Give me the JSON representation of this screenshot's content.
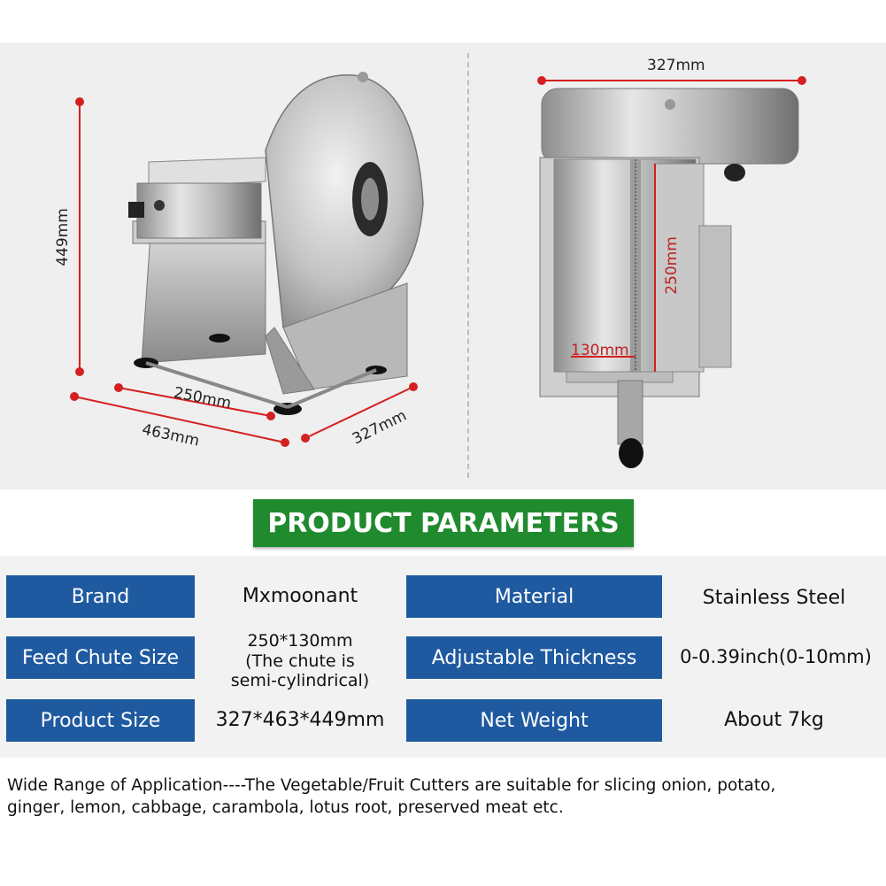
{
  "dimensions": {
    "left_height": "449mm",
    "left_chute": "250mm",
    "left_length": "463mm",
    "left_depth": "327mm",
    "right_width": "327mm",
    "right_chute_height": "250mm",
    "right_chute_width": "130mm"
  },
  "banner": "PRODUCT PARAMETERS",
  "parameters": {
    "brand_label": "Brand",
    "brand_value": "Mxmoonant",
    "material_label": "Material",
    "material_value": "Stainless Steel",
    "chute_label": "Feed Chute Size",
    "chute_value_1": "250*130mm",
    "chute_value_2": "(The chute is",
    "chute_value_3": "semi-cylindrical)",
    "thickness_label": "Adjustable Thickness",
    "thickness_value": "0-0.39inch(0-10mm)",
    "size_label": "Product Size",
    "size_value": "327*463*449mm",
    "weight_label": "Net Weight",
    "weight_value": "About 7kg"
  },
  "footer": {
    "line1": "Wide Range of Application----The Vegetable/Fruit Cutters are suitable for slicing onion, potato,",
    "line2": "ginger, lemon, cabbage, carambola, lotus root, preserved meat etc."
  },
  "colors": {
    "banner_green": "#1f8a2e",
    "label_blue": "#1f5aa0",
    "dimension_red": "#d42020"
  }
}
